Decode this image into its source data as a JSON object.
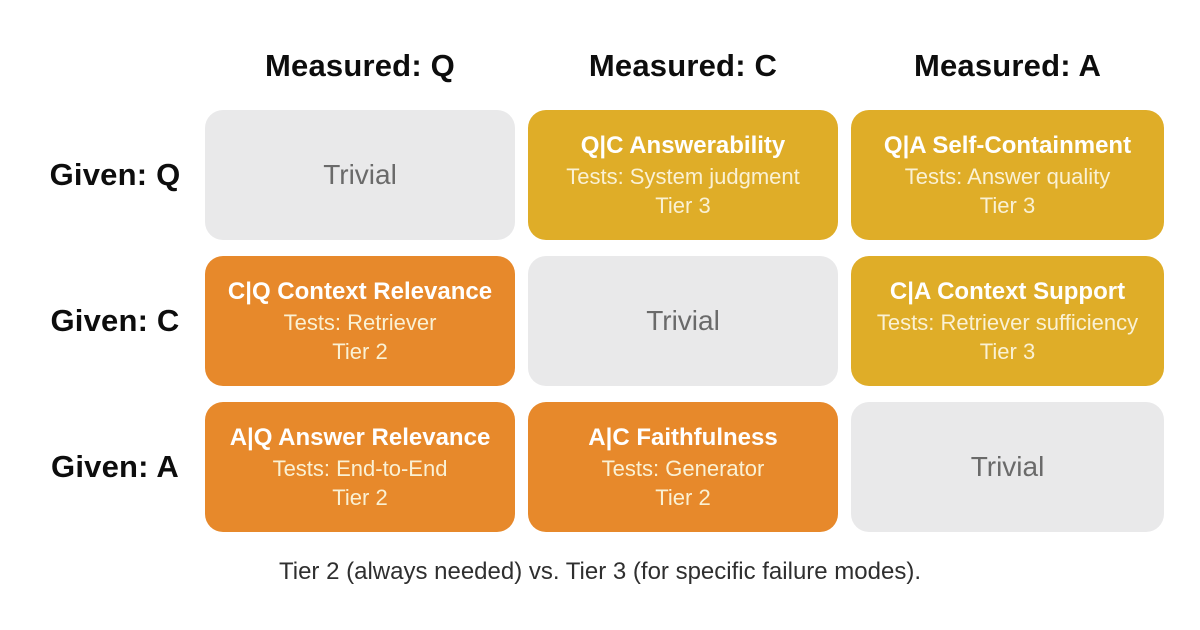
{
  "colors": {
    "gold": "#DFAD28",
    "orange": "#E7892B",
    "trivial_bg": "#E9E9EA",
    "trivial_text": "#6A6A6A",
    "cell_title_text": "#FFFFFF",
    "cell_sub_text": "#FAF1D4",
    "header_text": "#0D0D0D"
  },
  "column_headers": [
    "Measured: Q",
    "Measured: C",
    "Measured: A"
  ],
  "row_headers": [
    "Given: Q",
    "Given: C",
    "Given: A"
  ],
  "cells": [
    [
      {
        "kind": "trivial",
        "title": "Trivial"
      },
      {
        "kind": "metric",
        "color": "#DFAD28",
        "title": "Q|C Answerability",
        "tests": "Tests: System judgment",
        "tier": "Tier 3"
      },
      {
        "kind": "metric",
        "color": "#DFAD28",
        "title": "Q|A Self-Containment",
        "tests": "Tests: Answer quality",
        "tier": "Tier 3"
      }
    ],
    [
      {
        "kind": "metric",
        "color": "#E7892B",
        "title": "C|Q Context Relevance",
        "tests": "Tests: Retriever",
        "tier": "Tier 2"
      },
      {
        "kind": "trivial",
        "title": "Trivial"
      },
      {
        "kind": "metric",
        "color": "#DFAD28",
        "title": "C|A Context Support",
        "tests": "Tests: Retriever sufficiency",
        "tier": "Tier 3"
      }
    ],
    [
      {
        "kind": "metric",
        "color": "#E7892B",
        "title": "A|Q Answer Relevance",
        "tests": "Tests: End-to-End",
        "tier": "Tier 2"
      },
      {
        "kind": "metric",
        "color": "#E7892B",
        "title": "A|C Faithfulness",
        "tests": "Tests: Generator",
        "tier": "Tier 2"
      },
      {
        "kind": "trivial",
        "title": "Trivial"
      }
    ]
  ],
  "footer": "Tier 2 (always needed) vs. Tier 3 (for specific failure modes)."
}
